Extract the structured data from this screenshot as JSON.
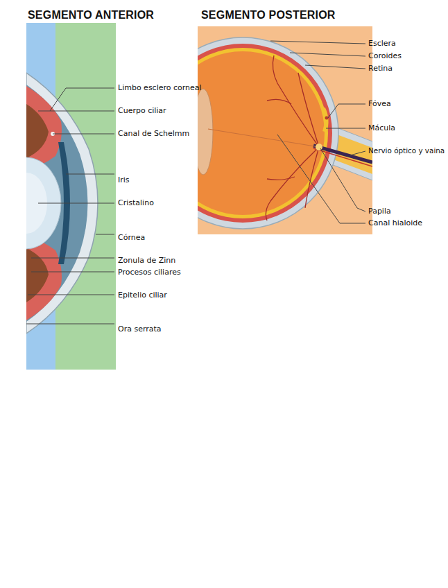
{
  "diagram": {
    "labels": [
      "SEGMENTO ANTERIOR",
      "SEGMENTO POSTERIOR",
      "Limbo esclero corneal",
      "Cuerpo ciliar",
      "Canal de Schelmm",
      "Iris",
      "Cristalino",
      "Córnea",
      "Zonula de Zinn",
      "Procesos ciliares",
      "Epitelio ciliar",
      "Ora serrata",
      "Esclera",
      "Coroides",
      "Retina",
      "Fóvea",
      "Mácula",
      "Nervio óptico y vaina",
      "Papila",
      "Canal hialoide"
    ]
  }
}
